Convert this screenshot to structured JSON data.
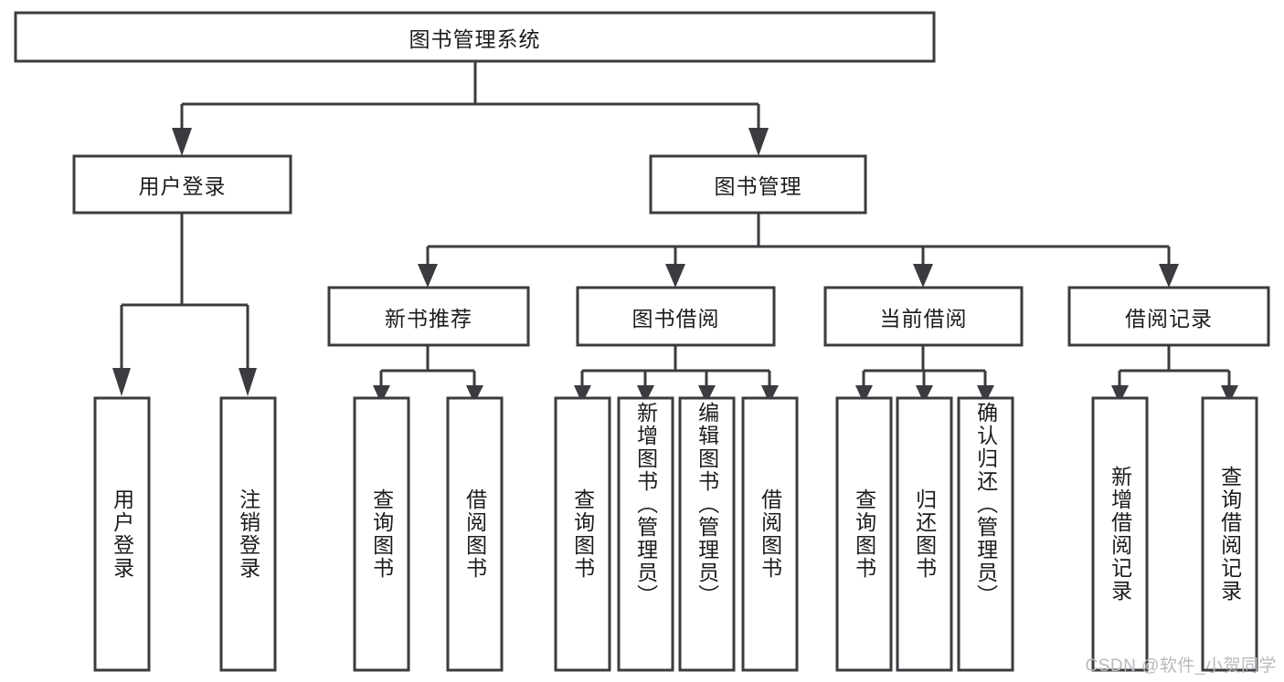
{
  "diagram": {
    "title": "图书管理系统",
    "type": "tree-hierarchy-diagram",
    "colors": {
      "line": "#3b3b40",
      "box_fill": "#ffffff",
      "text": "#1c1c1e",
      "background": "#ffffff",
      "watermark": "#b9b9bd"
    },
    "root": {
      "label": "图书管理系统"
    },
    "level2": [
      {
        "label": "用户登录"
      },
      {
        "label": "图书管理"
      }
    ],
    "level3": [
      {
        "label": "新书推荐"
      },
      {
        "label": "图书借阅"
      },
      {
        "label": "当前借阅"
      },
      {
        "label": "借阅记录"
      }
    ],
    "leaves": {
      "user_login": [
        {
          "label": "用户登录"
        },
        {
          "label": "注销登录"
        }
      ],
      "new_book_recommend": [
        {
          "label": "查询图书"
        },
        {
          "label": "借阅图书"
        }
      ],
      "book_borrow": [
        {
          "label": "查询图书"
        },
        {
          "label": "新增图书（管理员）"
        },
        {
          "label": "编辑图书（管理员）"
        },
        {
          "label": "借阅图书"
        }
      ],
      "current_borrow": [
        {
          "label": "查询图书"
        },
        {
          "label": "归还图书"
        },
        {
          "label": "确认归还（管理员）"
        }
      ],
      "borrow_record": [
        {
          "label": "新增借阅记录"
        },
        {
          "label": "查询借阅记录"
        }
      ]
    }
  },
  "watermark": {
    "text": "CSDN @软件_小贺同学"
  }
}
